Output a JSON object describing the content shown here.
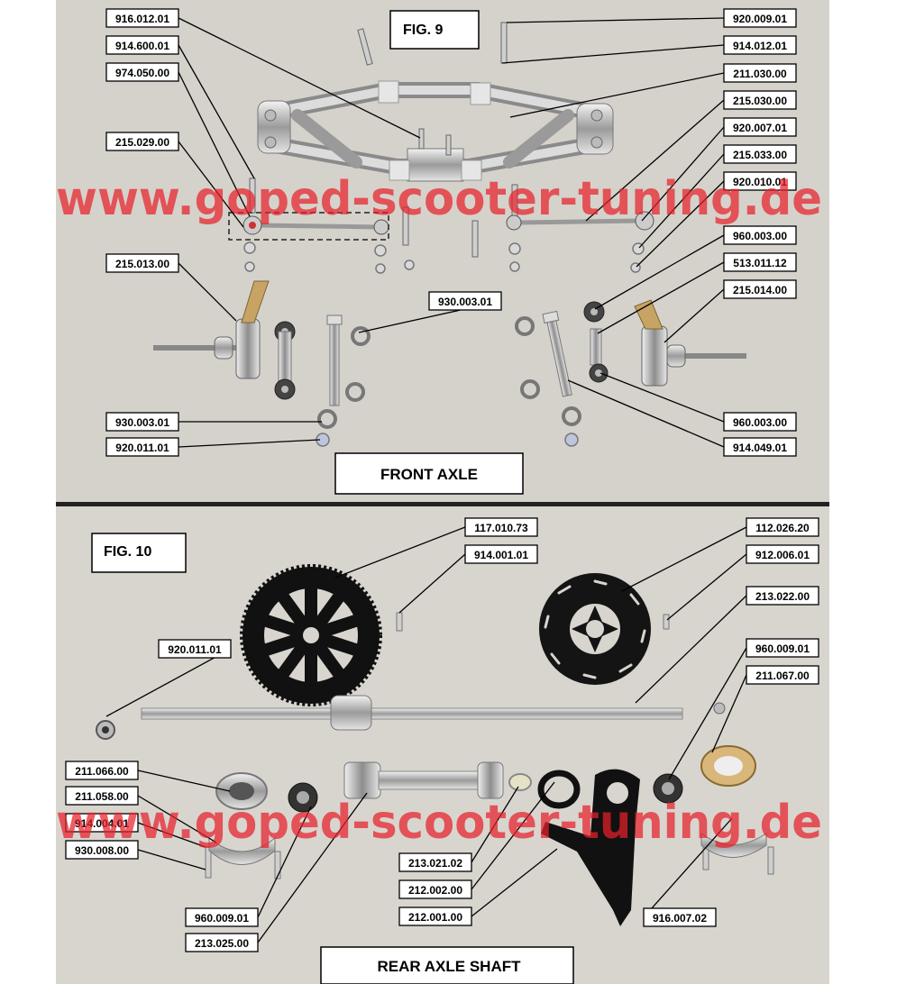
{
  "watermark": "www.goped-scooter-tuning.de",
  "fig9": {
    "fig_label": "FIG. 9",
    "title": "FRONT AXLE",
    "labels": [
      "916.012.01",
      "914.600.01",
      "974.050.00",
      "215.029.00",
      "215.013.00",
      "930.003.01",
      "930.003.01",
      "920.011.01",
      "920.009.01",
      "914.012.01",
      "211.030.00",
      "215.030.00",
      "920.007.01",
      "215.033.00",
      "920.010.01",
      "960.003.00",
      "513.011.12",
      "215.014.00",
      "960.003.00",
      "914.049.01"
    ]
  },
  "fig10": {
    "fig_label": "FIG. 10",
    "title": "REAR AXLE SHAFT",
    "labels": [
      "117.010.73",
      "914.001.01",
      "112.026.20",
      "912.006.01",
      "213.022.00",
      "920.011.01",
      "960.009.01",
      "211.067.00",
      "211.066.00",
      "211.058.00",
      "914.004.01",
      "930.008.00",
      "960.009.01",
      "213.025.00",
      "213.021.02",
      "212.002.00",
      "212.001.00",
      "916.007.02"
    ]
  }
}
